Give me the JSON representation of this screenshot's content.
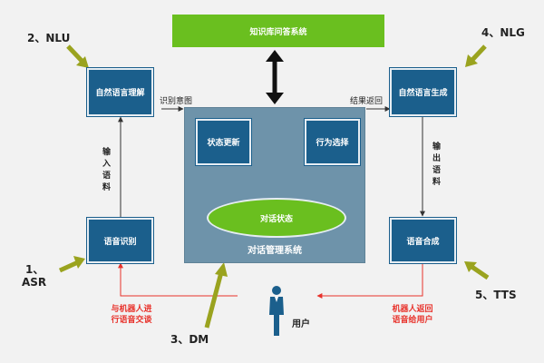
{
  "diagram": {
    "knowledge_base": "知识库问答系统",
    "nlu_module": "自然语言理解",
    "nlg_module": "自然语言生成",
    "asr_module": "语音识别",
    "tts_module": "语音合成",
    "dm_system": "对话管理系统",
    "state_update": "状态更新",
    "action_select": "行为选择",
    "dialog_state": "对话状态",
    "user": "用户"
  },
  "edge_labels": {
    "recognize_intent": "识别意图",
    "result_return": "结果返回",
    "input_corpus": "输入语料",
    "output_corpus": "输出语料",
    "user_to_robot_line1": "与机器人进",
    "user_to_robot_line2": "行语音交谈",
    "robot_to_user_line1": "机器人返回",
    "robot_to_user_line2": "语音给用户"
  },
  "steps": {
    "nlu": "2、NLU",
    "nlg": "4、NLG",
    "asr_line1": "1、",
    "asr_line2": "ASR",
    "dm": "3、DM",
    "tts": "5、TTS"
  },
  "colors": {
    "module_blue": "#1b5f8c",
    "dm_panel": "#6e93aa",
    "green": "#6abf1f",
    "pointer_olive": "#9aa31f",
    "feedback_red": "#e8322b"
  }
}
